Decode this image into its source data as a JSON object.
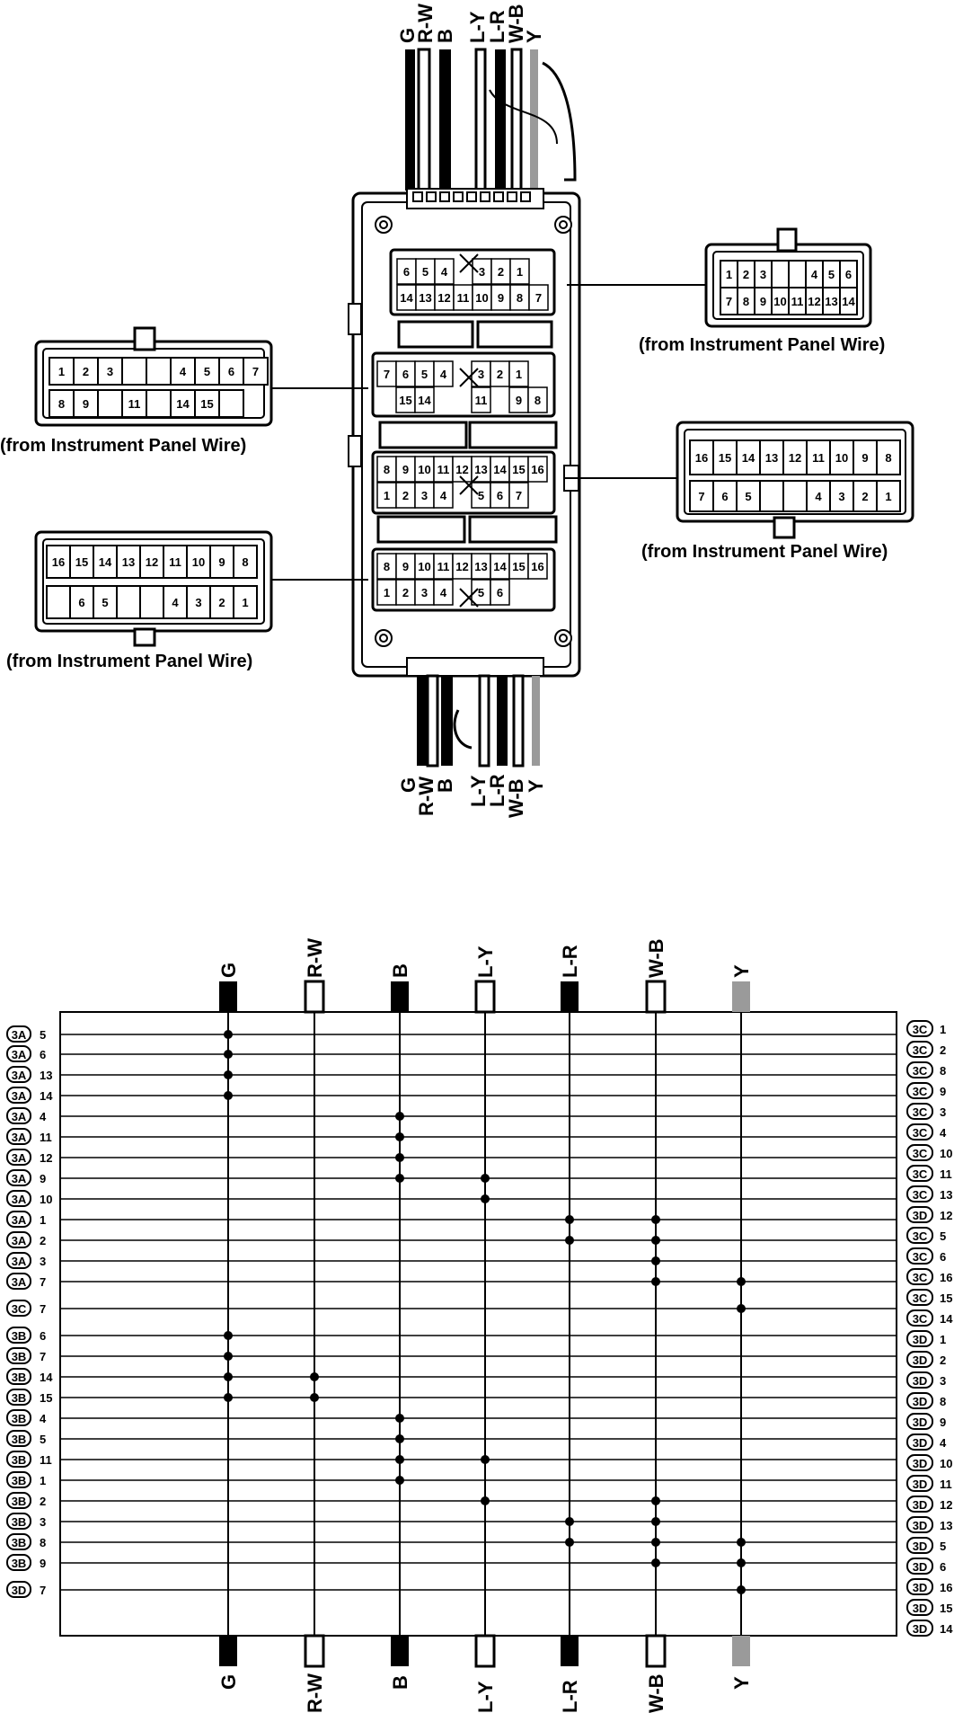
{
  "wire_colors": [
    "G",
    "R-W",
    "B",
    "L-Y",
    "L-R",
    "W-B",
    "Y"
  ],
  "wire_fills": {
    "G": "#000000",
    "R-W": "#ffffff",
    "B": "#000000",
    "L-Y": "#ffffff",
    "L-R": "#000000",
    "W-B": "#ffffff",
    "Y": "#9a9a9a"
  },
  "captions": {
    "top_right": "(from Instrument Panel Wire)",
    "mid_left": "(from Instrument Panel Wire)",
    "mid_right": "(from Instrument Panel Wire)",
    "bottom_left": "(from Instrument Panel Wire)"
  },
  "connectors": {
    "tr": {
      "top": [
        "1",
        "2",
        "3",
        "",
        "",
        "4",
        "5",
        "6"
      ],
      "bottom": [
        "7",
        "8",
        "9",
        "10",
        "11",
        "12",
        "13",
        "14"
      ]
    },
    "ml": {
      "top": [
        "1",
        "2",
        "3",
        "",
        "",
        "4",
        "5",
        "6",
        "7"
      ],
      "bottom": [
        "8",
        "9",
        "",
        "11",
        "",
        "14",
        "15",
        ""
      ]
    },
    "mr": {
      "top": [
        "16",
        "15",
        "14",
        "13",
        "12",
        "11",
        "10",
        "9",
        "8"
      ],
      "bottom": [
        "7",
        "6",
        "5",
        "",
        "",
        "4",
        "3",
        "2",
        "1"
      ]
    },
    "bl": {
      "top": [
        "16",
        "15",
        "14",
        "13",
        "12",
        "11",
        "10",
        "9",
        "8"
      ],
      "bottom": [
        "",
        "6",
        "5",
        "",
        "",
        "4",
        "3",
        "2",
        "1"
      ]
    }
  },
  "block": {
    "r1_top": [
      "6",
      "5",
      "4",
      "",
      "3",
      "2",
      "1"
    ],
    "r1_bot": [
      "14",
      "13",
      "12",
      "11",
      "10",
      "9",
      "8",
      "7"
    ],
    "r2_top": [
      "7",
      "6",
      "5",
      "4",
      "",
      "3",
      "2",
      "1"
    ],
    "r2_bot": [
      "",
      "15",
      "14",
      "",
      "",
      "11",
      "",
      "9",
      "8"
    ],
    "r3_top": [
      "8",
      "9",
      "10",
      "11",
      "12",
      "13",
      "14",
      "15",
      "16"
    ],
    "r3_bot": [
      "1",
      "2",
      "3",
      "4",
      "",
      "5",
      "6",
      "7"
    ],
    "r4_top": [
      "8",
      "9",
      "10",
      "11",
      "12",
      "13",
      "14",
      "15",
      "16"
    ],
    "r4_bot": [
      "1",
      "2",
      "3",
      "4",
      "",
      "5",
      "6"
    ]
  },
  "left_pins": [
    {
      "c": "3A",
      "p": "5"
    },
    {
      "c": "3A",
      "p": "6"
    },
    {
      "c": "3A",
      "p": "13"
    },
    {
      "c": "3A",
      "p": "14"
    },
    {
      "c": "3A",
      "p": "4"
    },
    {
      "c": "3A",
      "p": "11"
    },
    {
      "c": "3A",
      "p": "12"
    },
    {
      "c": "3A",
      "p": "9"
    },
    {
      "c": "3A",
      "p": "10"
    },
    {
      "c": "3A",
      "p": "1"
    },
    {
      "c": "3A",
      "p": "2"
    },
    {
      "c": "3A",
      "p": "3"
    },
    {
      "c": "3A",
      "p": "7"
    },
    {
      "c": "3C",
      "p": "7"
    },
    {
      "c": "3B",
      "p": "6"
    },
    {
      "c": "3B",
      "p": "7"
    },
    {
      "c": "3B",
      "p": "14"
    },
    {
      "c": "3B",
      "p": "15"
    },
    {
      "c": "3B",
      "p": "4"
    },
    {
      "c": "3B",
      "p": "5"
    },
    {
      "c": "3B",
      "p": "11"
    },
    {
      "c": "3B",
      "p": "1"
    },
    {
      "c": "3B",
      "p": "2"
    },
    {
      "c": "3B",
      "p": "3"
    },
    {
      "c": "3B",
      "p": "8"
    },
    {
      "c": "3B",
      "p": "9"
    },
    {
      "c": "3D",
      "p": "7"
    }
  ],
  "right_pins": [
    {
      "c": "3C",
      "p": "1"
    },
    {
      "c": "3C",
      "p": "2"
    },
    {
      "c": "3C",
      "p": "8"
    },
    {
      "c": "3C",
      "p": "9"
    },
    {
      "c": "3C",
      "p": "3"
    },
    {
      "c": "3C",
      "p": "4"
    },
    {
      "c": "3C",
      "p": "10"
    },
    {
      "c": "3C",
      "p": "11"
    },
    {
      "c": "3C",
      "p": "13"
    },
    {
      "c": "3D",
      "p": "12"
    },
    {
      "c": "3C",
      "p": "5"
    },
    {
      "c": "3C",
      "p": "6"
    },
    {
      "c": "3C",
      "p": "16"
    },
    {
      "c": "3C",
      "p": "15"
    },
    {
      "c": "3C",
      "p": "14"
    },
    {
      "c": "3D",
      "p": "1"
    },
    {
      "c": "3D",
      "p": "2"
    },
    {
      "c": "3D",
      "p": "3"
    },
    {
      "c": "3D",
      "p": "8"
    },
    {
      "c": "3D",
      "p": "9"
    },
    {
      "c": "3D",
      "p": "4"
    },
    {
      "c": "3D",
      "p": "10"
    },
    {
      "c": "3D",
      "p": "11"
    },
    {
      "c": "3D",
      "p": "12"
    },
    {
      "c": "3D",
      "p": "13"
    },
    {
      "c": "3D",
      "p": "5"
    },
    {
      "c": "3D",
      "p": "6"
    },
    {
      "c": "3D",
      "p": "16"
    },
    {
      "c": "3D",
      "p": "15"
    },
    {
      "c": "3D",
      "p": "14"
    }
  ]
}
